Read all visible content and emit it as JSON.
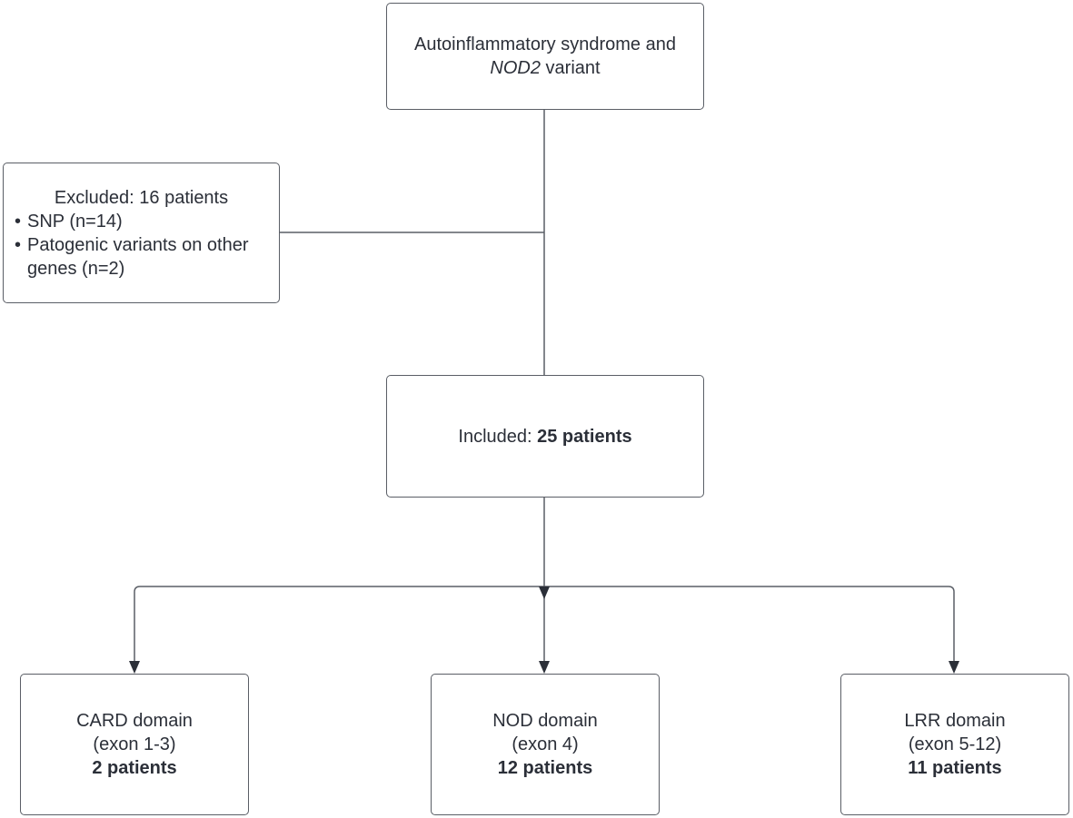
{
  "top_box": {
    "line1": "Autoinflammatory syndrome and",
    "gene": "NOD2",
    "line2_suffix": " variant"
  },
  "excluded_box": {
    "heading": "Excluded: 16 patients",
    "items": [
      "SNP (n=14)",
      "Patogenic variants on other genes (n=2)"
    ]
  },
  "included_box": {
    "label": "Included: ",
    "count": "25 patients"
  },
  "domains": [
    {
      "name": "CARD domain",
      "exons": "(exon 1-3)",
      "count": "2 patients"
    },
    {
      "name": "NOD domain",
      "exons": "(exon 4)",
      "count": "12 patients"
    },
    {
      "name": "LRR domain",
      "exons": "(exon 5-12)",
      "count": "11 patients"
    }
  ],
  "colors": {
    "line": "#5a5e66",
    "text": "#2b2f38",
    "arrow": "#2b2f38"
  }
}
